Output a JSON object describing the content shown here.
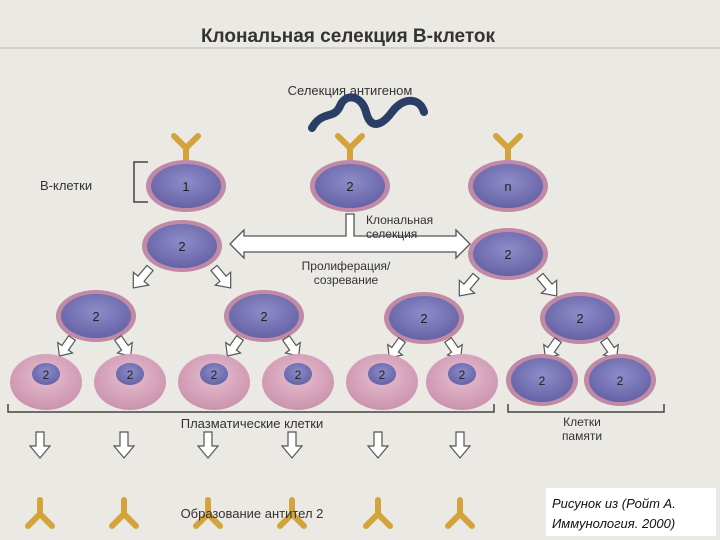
{
  "title": "Клональная селекция В-клеток",
  "labels": {
    "antigen_selection": "Селекция антигеном",
    "b_cells": "В-клетки",
    "clonal_selection_line1": "Клональная",
    "clonal_selection_line2": "селекция",
    "proliferation_line1": "Пролиферация/",
    "proliferation_line2": "созревание",
    "plasma_cells": "Плазматические клетки",
    "memory_cells_line1": "Клетки",
    "memory_cells_line2": "памяти",
    "antibody_formation": "Образование антител 2"
  },
  "cells": {
    "b_cell_1": "1",
    "b_cell_2": "2",
    "b_cell_n": "n",
    "clone": "2"
  },
  "caption": {
    "line1": "Рисунок из (Ройт А.",
    "line2": "Иммунология. 2000)"
  },
  "colors": {
    "page": "#ebe9e4",
    "cell_nucleus": "#7a78ba",
    "cell_ring": "#c08aa6",
    "plasma_body": "#d9a8bf",
    "antibody": "#d4a33a",
    "antigen": "#2a3e66",
    "arrow": "#ffffff"
  }
}
